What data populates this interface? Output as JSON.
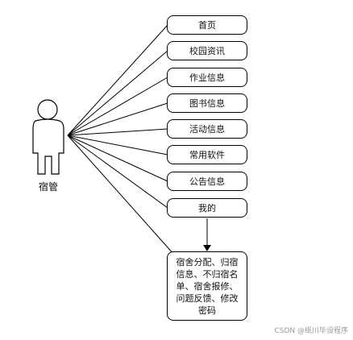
{
  "actor": {
    "label": "宿管"
  },
  "use_cases": [
    {
      "label": "首页"
    },
    {
      "label": "校园资讯"
    },
    {
      "label": "作业信息"
    },
    {
      "label": "图书信息"
    },
    {
      "label": "活动信息"
    },
    {
      "label": "常用软件"
    },
    {
      "label": "公告信息"
    },
    {
      "label": "我的"
    }
  ],
  "detail_box": {
    "label": "宿舍分配、归宿信息、不归宿名单、宿舍报修、问题反馈、修改密码"
  },
  "watermark": "CSDN @纸川毕设程序",
  "colors": {
    "line": "#000000",
    "background": "#ffffff",
    "watermark": "#9a9a9a"
  }
}
